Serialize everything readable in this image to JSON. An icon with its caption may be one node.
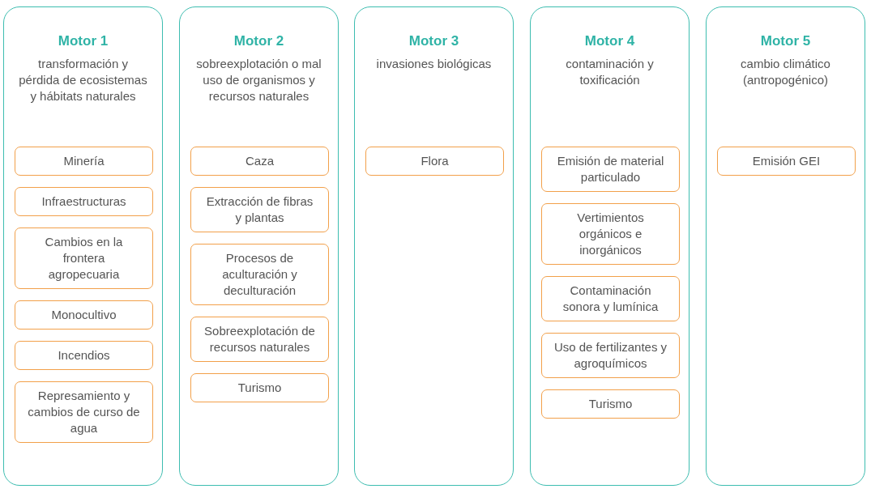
{
  "diagram": {
    "nodes": [
      {
        "text": [
          "Motor 1",
          "transformación y pérdida de ecosistemas y hábitats naturales"
        ]
      },
      {
        "text": [
          "Minería"
        ],
        "in": 0
      },
      {
        "text": [
          "Infraestructuras"
        ],
        "in": 0
      },
      {
        "text": [
          "Cambios en la frontera agropecuaria"
        ],
        "in": 0
      },
      {
        "text": [
          "Monocultivo"
        ],
        "in": 0
      },
      {
        "text": [
          "Incendios"
        ],
        "in": 0
      },
      {
        "text": [
          "Represamiento y cambios de curso de agua"
        ],
        "in": 0
      },
      {
        "text": [
          "Motor 2",
          "sobreexplotación o mal uso de organismos y recursos naturales"
        ]
      },
      {
        "text": [
          "Caza"
        ],
        "in": 7
      },
      {
        "text": [
          "Extracción de fibras y plantas"
        ],
        "in": 7
      },
      {
        "text": [
          "Procesos de aculturación y deculturación"
        ],
        "in": 7
      },
      {
        "text": [
          "Sobreexplotación de recursos naturales"
        ],
        "in": 7
      },
      {
        "text": [
          "Turismo"
        ],
        "in": 7
      },
      {
        "text": [
          "Motor 3",
          "invasiones biológicas"
        ]
      },
      {
        "text": [
          "Flora"
        ],
        "in": 13
      },
      {
        "text": [
          "Motor 4",
          "contaminación y toxificación"
        ]
      },
      {
        "text": [
          "Emisión de material particulado"
        ],
        "in": 15
      },
      {
        "text": [
          "Vertimientos orgánicos e inorgánicos"
        ],
        "in": 15
      },
      {
        "text": [
          "Contaminación sonora y lumínica"
        ],
        "in": 15
      },
      {
        "text": [
          "Uso de fertilizantes y agroquímicos"
        ],
        "in": 15
      },
      {
        "text": [
          "Turismo"
        ],
        "in": 15
      },
      {
        "text": [
          "Motor 5",
          "cambio climático (antropogénico)"
        ]
      },
      {
        "text": [
          "Emisión GEI"
        ],
        "in": 21
      }
    ]
  }
}
